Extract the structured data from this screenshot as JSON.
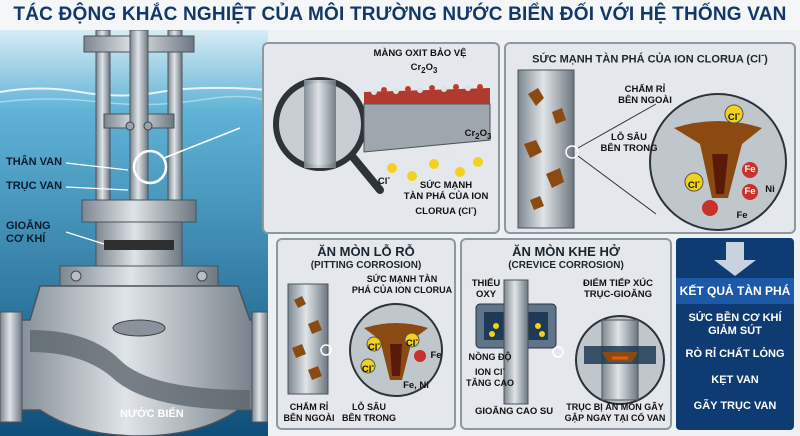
{
  "title": "TÁC ĐỘNG KHẮC NGHIỆT CỦA MÔI TRƯỜNG NƯỚC BIỂN ĐỐI VỚI HỆ THỐNG VAN",
  "valve_labels": {
    "body": "THÂN VAN",
    "stem": "TRỤC VAN",
    "gasket_line1": "GIOĂNG",
    "gasket_line2": "CƠ KHÍ",
    "seawater": "NƯỚC BIỂN"
  },
  "oxide_panel": {
    "layer_label": "MÀNG OXIT BẢO VỆ",
    "formula_main": "Cr",
    "formula_sub1": "2",
    "formula_mid": "O",
    "formula_sub2": "3",
    "chloride": "Cl",
    "chloride_sup": "-",
    "power_line1": "SỨC MẠNH",
    "power_line2": "TÀN PHÁ CỦA ION",
    "power_line3": "CLORUA (Cl",
    "power_line3_sup": "-",
    "power_line3_end": ")"
  },
  "chloride_panel": {
    "title": "SỨC MẠNH TÀN PHÁ CỦA ION CLORUA (Cl",
    "title_sup": "-",
    "title_end": ")",
    "rust_line1": "CHẤM RỈ",
    "rust_line2": "BÊN NGOÀI",
    "pit_line1": "LỖ SÂU",
    "pit_line2": "BÊN TRONG",
    "ions": {
      "cl": "Cl",
      "cl_sup": "-",
      "fe": "Fe",
      "ni": "Ni"
    }
  },
  "pitting_panel": {
    "title_vi": "ĂN MÒN LỖ RỖ",
    "title_en": "(PITTING CORROSION)",
    "power_line1": "SỨC MẠNH TÀN",
    "power_line2": "PHÁ CỦA ION CLORUA",
    "rust_line1": "CHẤM RỈ",
    "rust_line2": "BÊN NGOÀI",
    "pit_line1": "LỖ SÂU",
    "pit_line2": "BÊN TRONG",
    "ions": {
      "cl": "Cl",
      "cl_sup": "-",
      "fe": "Fe",
      "feni": "Fe, Ni"
    }
  },
  "crevice_panel": {
    "title_vi": "ĂN MÒN KHE HỞ",
    "title_en": "(CREVICE CORROSION)",
    "oxygen_line1": "THIẾU",
    "oxygen_line2": "OXY",
    "contact_line1": "ĐIỂM TIẾP XÚC",
    "contact_line2": "TRỤC-GIOĂNG",
    "conc_line1": "NỒNG ĐỘ",
    "conc_line2": "ION Cl",
    "conc_sup": "-",
    "conc_line3": "TĂNG CAO",
    "rubber": "GIOĂNG CAO SU",
    "break_line1": "TRỤC BỊ ĂN MÒN GÃY",
    "break_line2": "GẬP NGAY TẠI CỔ VAN"
  },
  "results": {
    "header": "KẾT QUẢ TÀN PHÁ",
    "items": [
      "SỨC BỀN CƠ KHÍ GIẢM SÚT",
      "RÒ RỈ CHẤT LỎNG",
      "KẸT VAN",
      "GÃY TRỤC VAN"
    ]
  },
  "colors": {
    "title": "#12386b",
    "result_bg": "#0f3b73",
    "result_header": "#1c5aa8",
    "rust": "#8a4a12",
    "chloride": "#f2d21a",
    "iron": "#c8322a"
  }
}
